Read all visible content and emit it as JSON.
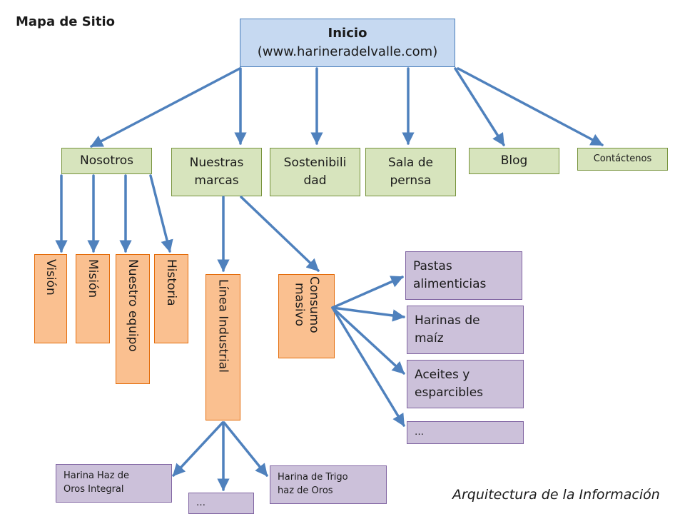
{
  "title": "Mapa de Sitio",
  "footer": "Arquitectura de la Información",
  "root": {
    "line1": "Inicio",
    "line2": "(www.harineradelvalle.com)"
  },
  "level1": {
    "nosotros": "Nosotros",
    "marcas": [
      "Nuestras",
      "marcas"
    ],
    "sostenibilidad": [
      "Sostenibili",
      "dad"
    ],
    "sala": [
      "Sala de",
      "pernsa"
    ],
    "blog": "Blog",
    "contacto": "Contáctenos"
  },
  "nosotros_children": {
    "vision": "Visión",
    "mision": "Misión",
    "equipo": "Nuestro equipo",
    "historia": "Historia"
  },
  "marcas_children": {
    "industrial": "Línea Industrial",
    "consumo": [
      "Consumo",
      "masivo"
    ]
  },
  "consumo_children": {
    "pastas": [
      "Pastas",
      "alimenticias"
    ],
    "harinas_maiz": [
      "Harinas de",
      "maíz"
    ],
    "aceites": [
      "Aceites y",
      "esparcibles"
    ],
    "mas": "…"
  },
  "industrial_children": {
    "haz_integral": [
      "Harina Haz de",
      "Oros Integral"
    ],
    "mas": "…",
    "trigo": [
      "Harina de Trigo",
      "haz de Oros"
    ]
  },
  "colors": {
    "root_fill": "#c6d9f1",
    "level1_fill": "#d7e4bd",
    "level2_fill": "#fac090",
    "leaf_fill": "#ccc1da",
    "arrow": "#4f81bd"
  }
}
